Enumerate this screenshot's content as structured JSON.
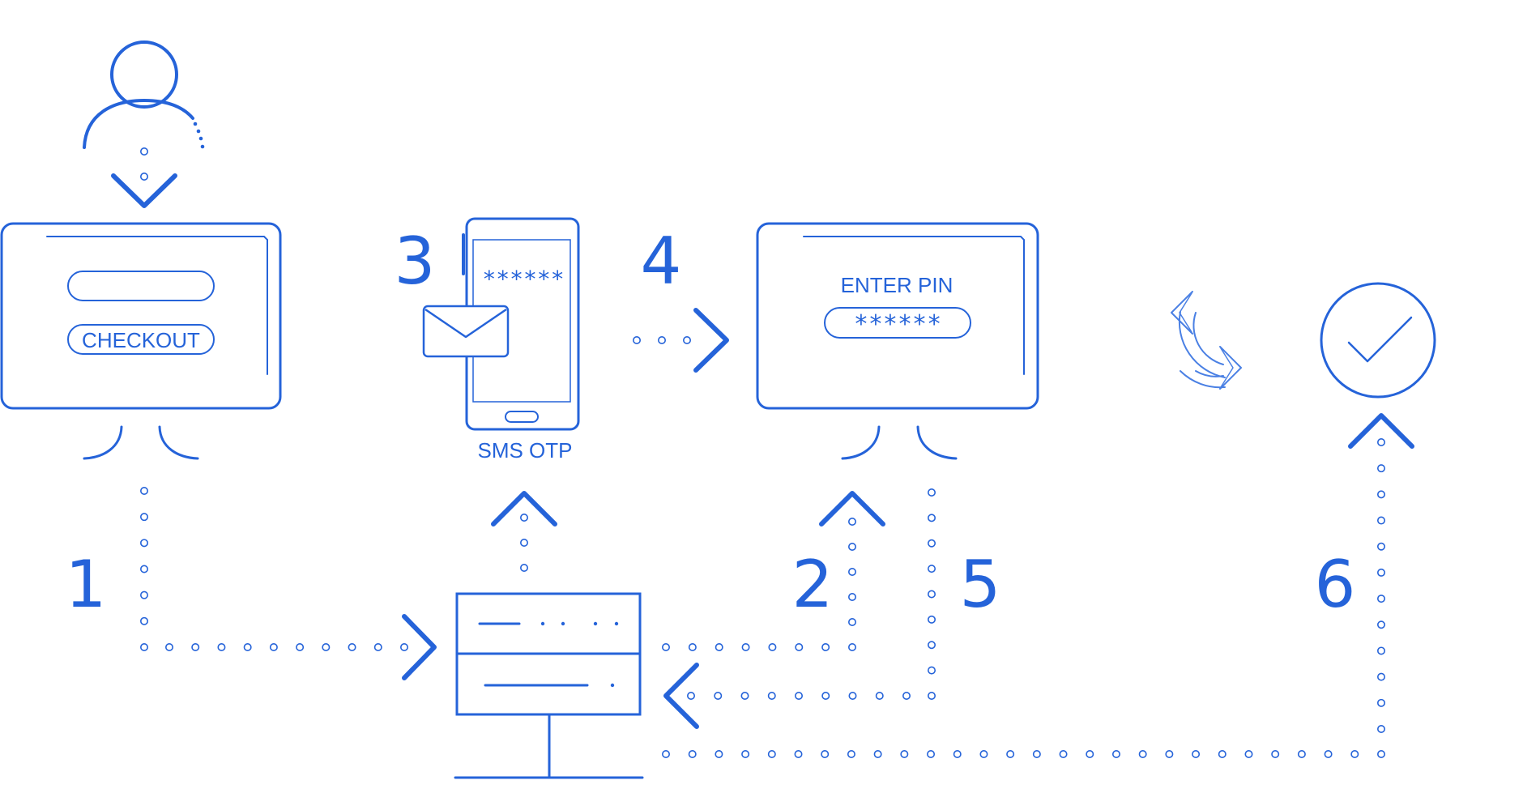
{
  "colors": {
    "primary": "#2563d9",
    "light": "#4a80e4"
  },
  "screens": {
    "checkout": {
      "button_label": "CHECKOUT"
    },
    "phone": {
      "masked_code": "******",
      "caption": "SMS OTP"
    },
    "pin": {
      "title": "ENTER PIN",
      "masked_pin": "******"
    }
  },
  "steps": [
    "1",
    "2",
    "3",
    "4",
    "5",
    "6"
  ],
  "icons": {
    "user": "user-icon",
    "envelope": "envelope-icon",
    "refresh": "refresh-icon",
    "check": "check-circle-icon",
    "server": "server-icon"
  }
}
